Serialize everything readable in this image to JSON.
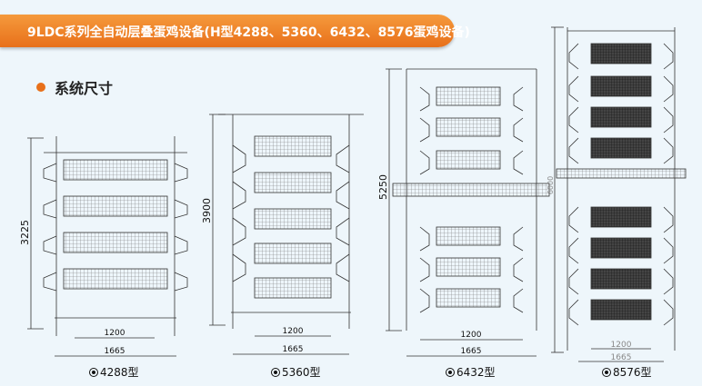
{
  "header": {
    "title": "9LDC系列全自动层叠蛋鸡设备(H型4288、5360、6432、8576蛋鸡设备)"
  },
  "section": {
    "title": "系统尺寸"
  },
  "machines": [
    {
      "label": "4288型",
      "height": "3225",
      "inner": "1200",
      "outer": "1665"
    },
    {
      "label": "5360型",
      "height": "3900",
      "inner": "1200",
      "outer": "1665"
    },
    {
      "label": "6432型",
      "height": "5250",
      "inner": "1200",
      "outer": "1665"
    },
    {
      "label": "8576型",
      "height": "6000",
      "inner": "1200",
      "outer": "1665"
    }
  ],
  "colors": {
    "banner": "#e8701a",
    "line": "#333333",
    "cage": "#555555"
  }
}
